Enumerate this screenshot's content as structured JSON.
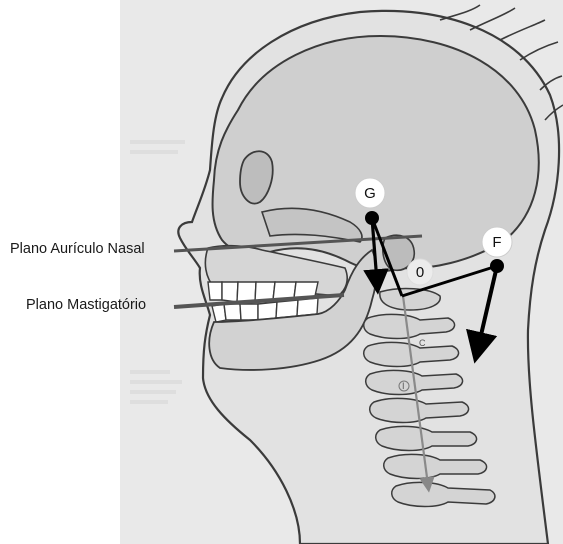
{
  "labels": {
    "nasal_plane": "Plano Aurículo Nasal",
    "masticatory_plane": "Plano Mastigatório"
  },
  "points": {
    "G": "G",
    "F": "F",
    "O": "0"
  },
  "spine_markers": {
    "C": "C",
    "I": "I"
  },
  "colors": {
    "page": "#e9e9e9",
    "skull_fill": "#d2d2d2",
    "outline": "#4a4a4a",
    "plane_line": "#5a5a5a",
    "vector": "#000000",
    "spine_line": "#888888"
  }
}
